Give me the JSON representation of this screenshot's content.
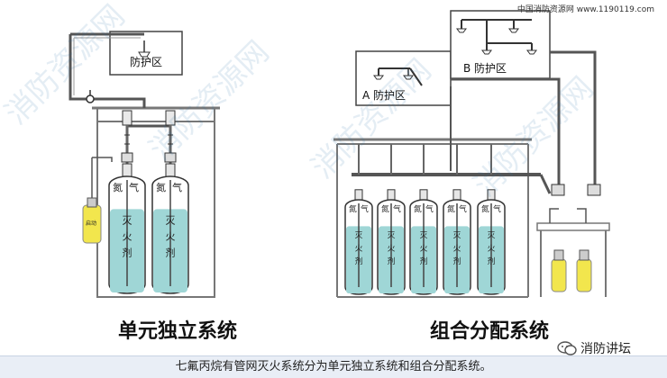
{
  "site_url": "中国消防资源网 www.1190119.com",
  "zones": {
    "left": "防护区",
    "a": "A 防护区",
    "b": "B 防护区"
  },
  "cylinder": {
    "top_chars": [
      "氮",
      "气"
    ],
    "agent_chars": [
      "灭",
      "火",
      "剂"
    ]
  },
  "captions": {
    "left": "单元独立系统",
    "right": "组合分配系统"
  },
  "bottom_caption": "七氟丙烷有管网灭火系统分为单元独立系统和组合分配系统。",
  "brand": {
    "label": "消防讲坛",
    "icon": "wechat-icon"
  },
  "colors": {
    "liquid": "#9fd6d6",
    "pipe": "#555555",
    "yellow_bottle": "#f2e64d",
    "caption_bar": "#e9eef6"
  }
}
